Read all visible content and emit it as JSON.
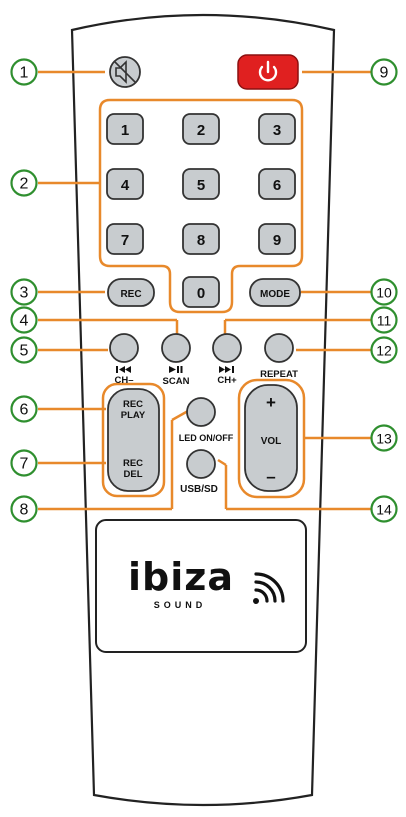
{
  "brand": {
    "logo_text": "ibiza",
    "logo_sub": "SOUND"
  },
  "callouts": [
    {
      "num": "1"
    },
    {
      "num": "2"
    },
    {
      "num": "3"
    },
    {
      "num": "4"
    },
    {
      "num": "5"
    },
    {
      "num": "6"
    },
    {
      "num": "7"
    },
    {
      "num": "8"
    },
    {
      "num": "9"
    },
    {
      "num": "10"
    },
    {
      "num": "11"
    },
    {
      "num": "12"
    },
    {
      "num": "13"
    },
    {
      "num": "14"
    }
  ],
  "keypad": [
    "1",
    "2",
    "3",
    "4",
    "5",
    "6",
    "7",
    "8",
    "9",
    "0"
  ],
  "buttons": {
    "rec": "REC",
    "mode": "MODE",
    "ch_minus": "CH–",
    "scan": "SCAN",
    "ch_plus": "CH+",
    "repeat": "REPEAT",
    "rec_play_line1": "REC",
    "rec_play_line2": "PLAY",
    "rec_del_line1": "REC",
    "rec_del_line2": "DEL",
    "led": "LED ON/OFF",
    "usb_sd": "USB/SD",
    "vol_plus": "+",
    "vol": "VOL",
    "vol_minus": "–"
  },
  "icons": {
    "mute": "mute-speaker-icon",
    "power": "power-icon",
    "prev": "previous-track-icon",
    "play_pause": "play-pause-icon",
    "next": "next-track-icon"
  },
  "colors": {
    "callout_line": "#E8892B",
    "callout_circle_fill": "#ffffff",
    "callout_circle_stroke": "#2F8F2F",
    "power_button": "#E02020",
    "button_fill": "#C8CCCF",
    "remote_outline": "#222222"
  }
}
